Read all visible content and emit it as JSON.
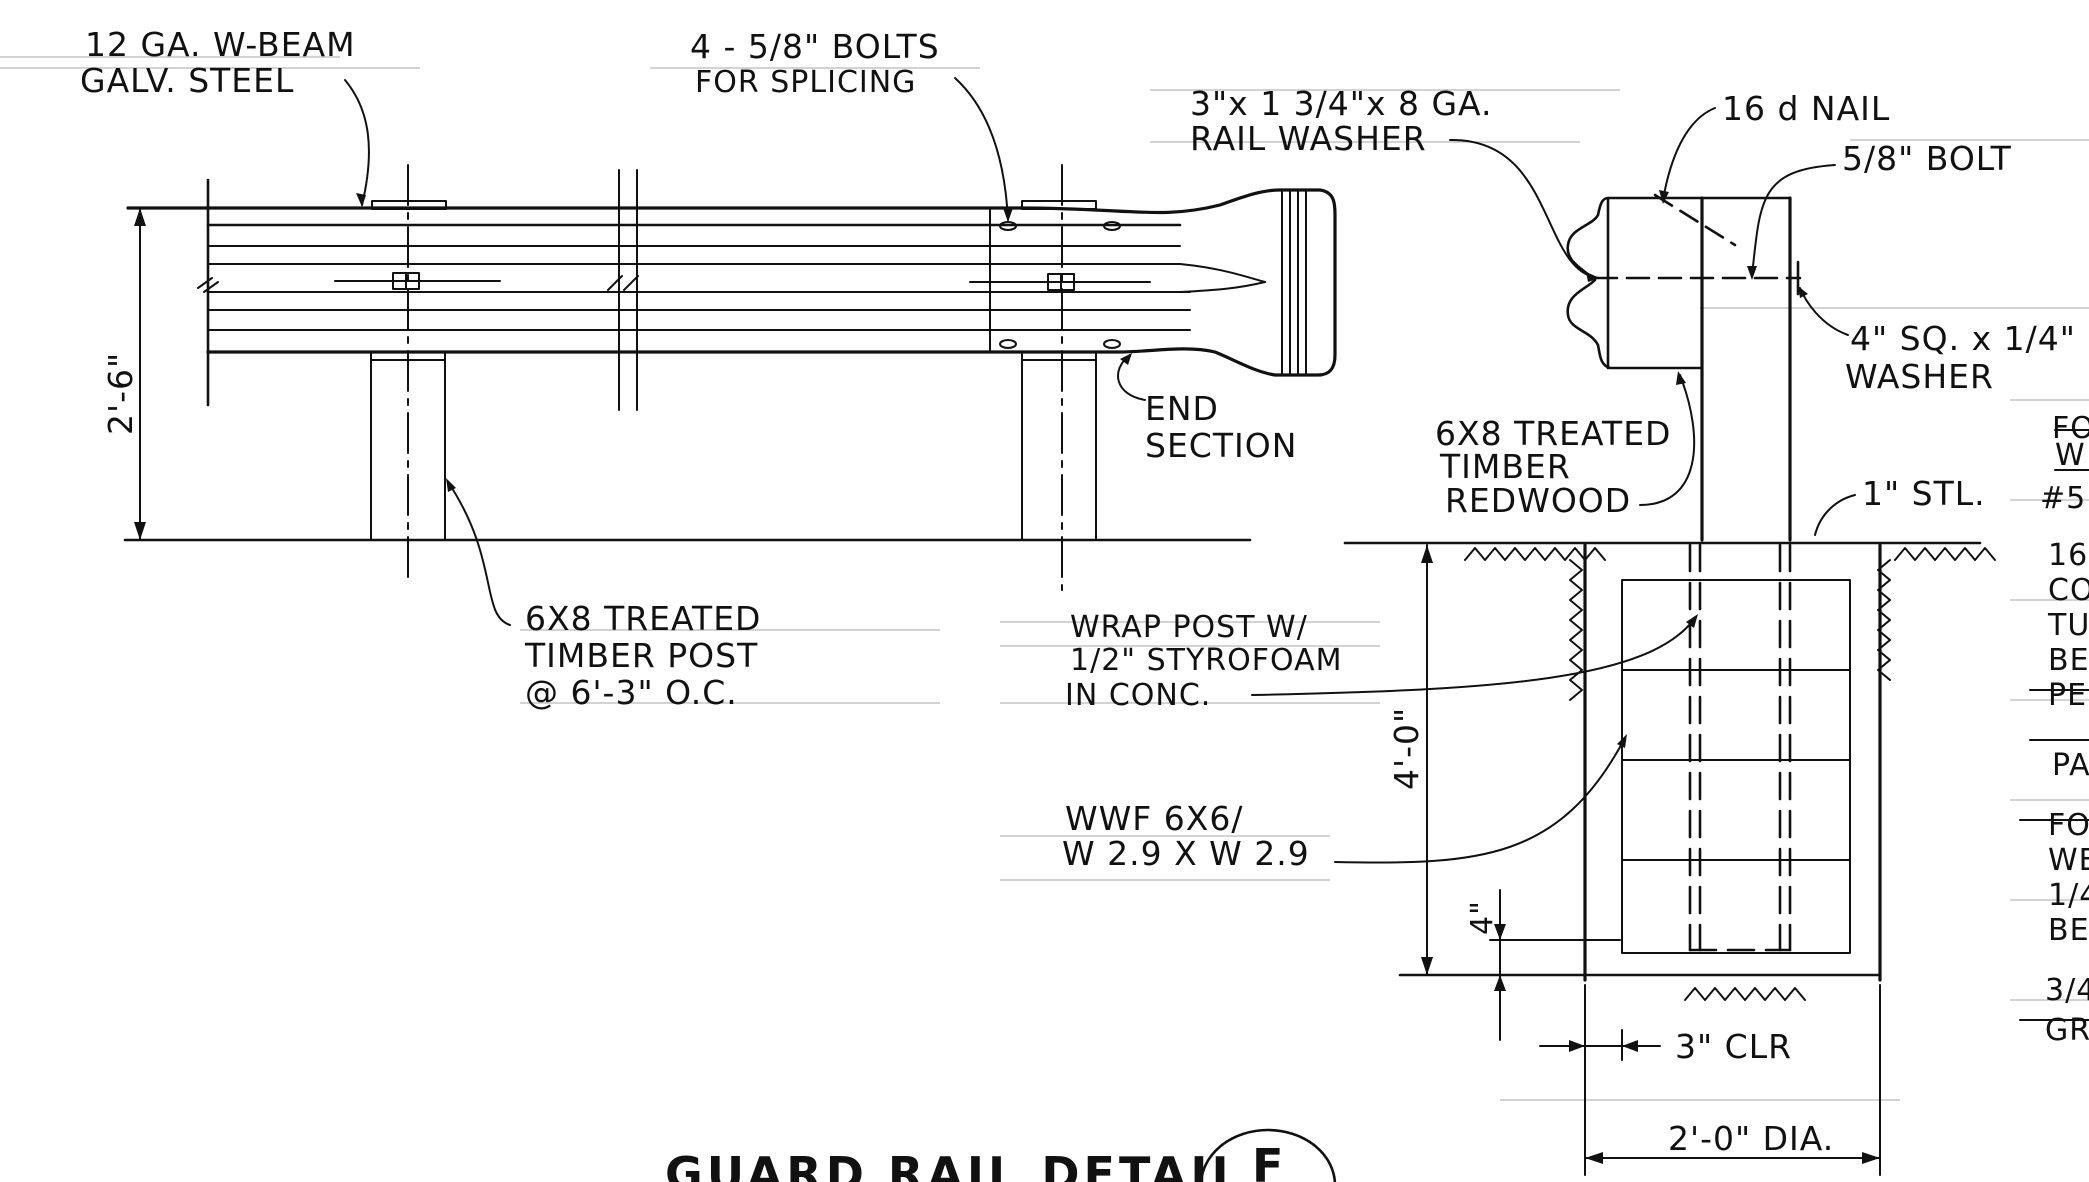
{
  "labels": {
    "w_beam": [
      "12 GA. W-BEAM",
      "GALV. STEEL"
    ],
    "bolts": [
      "4 - 5/8\" BOLTS",
      "FOR SPLICING"
    ],
    "rail_washer": [
      "3\"x 1 3/4\"x 8 GA.",
      "RAIL WASHER"
    ],
    "nail": "16 d NAIL",
    "bolt": "5/8\" BOLT",
    "sq_washer": [
      "4\" SQ. x 1/4\"",
      "WASHER"
    ],
    "end_section": [
      "END",
      "SECTION"
    ],
    "treated_timber_redwood": [
      "6X8 TREATED",
      "TIMBER",
      "REDWOOD"
    ],
    "steel": "1\" STL.",
    "post": [
      "6X8 TREATED",
      "TIMBER POST",
      "@ 6'-3\" O.C."
    ],
    "wrap_post": [
      "WRAP POST W/",
      "1/2\" STYROFOAM",
      "IN CONC."
    ],
    "wwf": [
      "WWF 6X6/",
      "W 2.9 X W 2.9"
    ],
    "height_dim": "2'-6\"",
    "depth_dim": "4'-0\"",
    "bottom_dim": "4\"",
    "clear_dim": "3\" CLR",
    "dia_dim": "2'-0\" DIA.",
    "title": "GUARD RAIL DETAIL",
    "detail_mark": "F"
  },
  "cropped_right_notes": [
    "FO",
    "W",
    "#5",
    "16",
    "CO",
    "TU",
    "BE",
    "PE",
    "PA",
    "FO",
    "WE",
    "1/4",
    "BE",
    "3/4",
    "GR"
  ]
}
